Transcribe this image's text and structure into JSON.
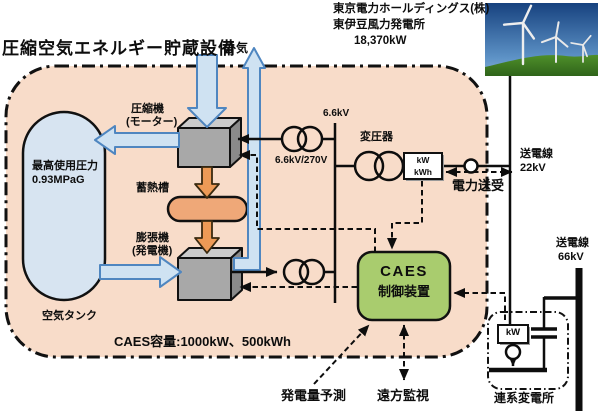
{
  "diagram": {
    "title": "圧縮空気エネルギー貯蔵設備",
    "wind_farm": {
      "company": "東京電力ホールディングス(株)",
      "plant": "東伊豆風力発電所",
      "capacity": "18,370kW"
    },
    "facility": {
      "outside_air": "外気",
      "compressor_name": "圧縮機",
      "compressor_sub": "(モーター)",
      "thermal_storage": "蓄熱槽",
      "expander_name": "膨張機",
      "expander_sub": "(発電機)",
      "air_tank": "空気タンク",
      "tank_pressure_label": "最高使用圧力",
      "tank_pressure_value": "0.93MPaG",
      "capacity_note": "CAES容量:1000kW、500kWh"
    },
    "electrical": {
      "bus_voltage": "6.6kV",
      "trans_ratio": "6.6kV/270V",
      "transformer": "変圧器",
      "meter_kw": "kW",
      "meter_kwh": "kWh",
      "power_exchange": "電力送受",
      "line22_label": "送電線",
      "line22_voltage": "22kV",
      "line66_label": "送電線",
      "line66_voltage": "66kV"
    },
    "control": {
      "controller_line1": "CAES",
      "controller_line2": "制御装置",
      "forecast": "発電量予測",
      "remote": "遠方監視"
    },
    "substation": {
      "name": "連系変電所",
      "meter_kw": "kW"
    },
    "colors": {
      "facility_fill": "#f8dcc9",
      "tank_fill": "#d7e4f1",
      "thermal_fill": "#efa878",
      "controller_fill": "#a9cc6e",
      "machine_fill": "#a8a8a8",
      "air_arrow_fill": "#cfe2f2",
      "air_arrow_stroke": "#4f86c0",
      "heat_arrow_fill": "#ed9a56"
    }
  }
}
